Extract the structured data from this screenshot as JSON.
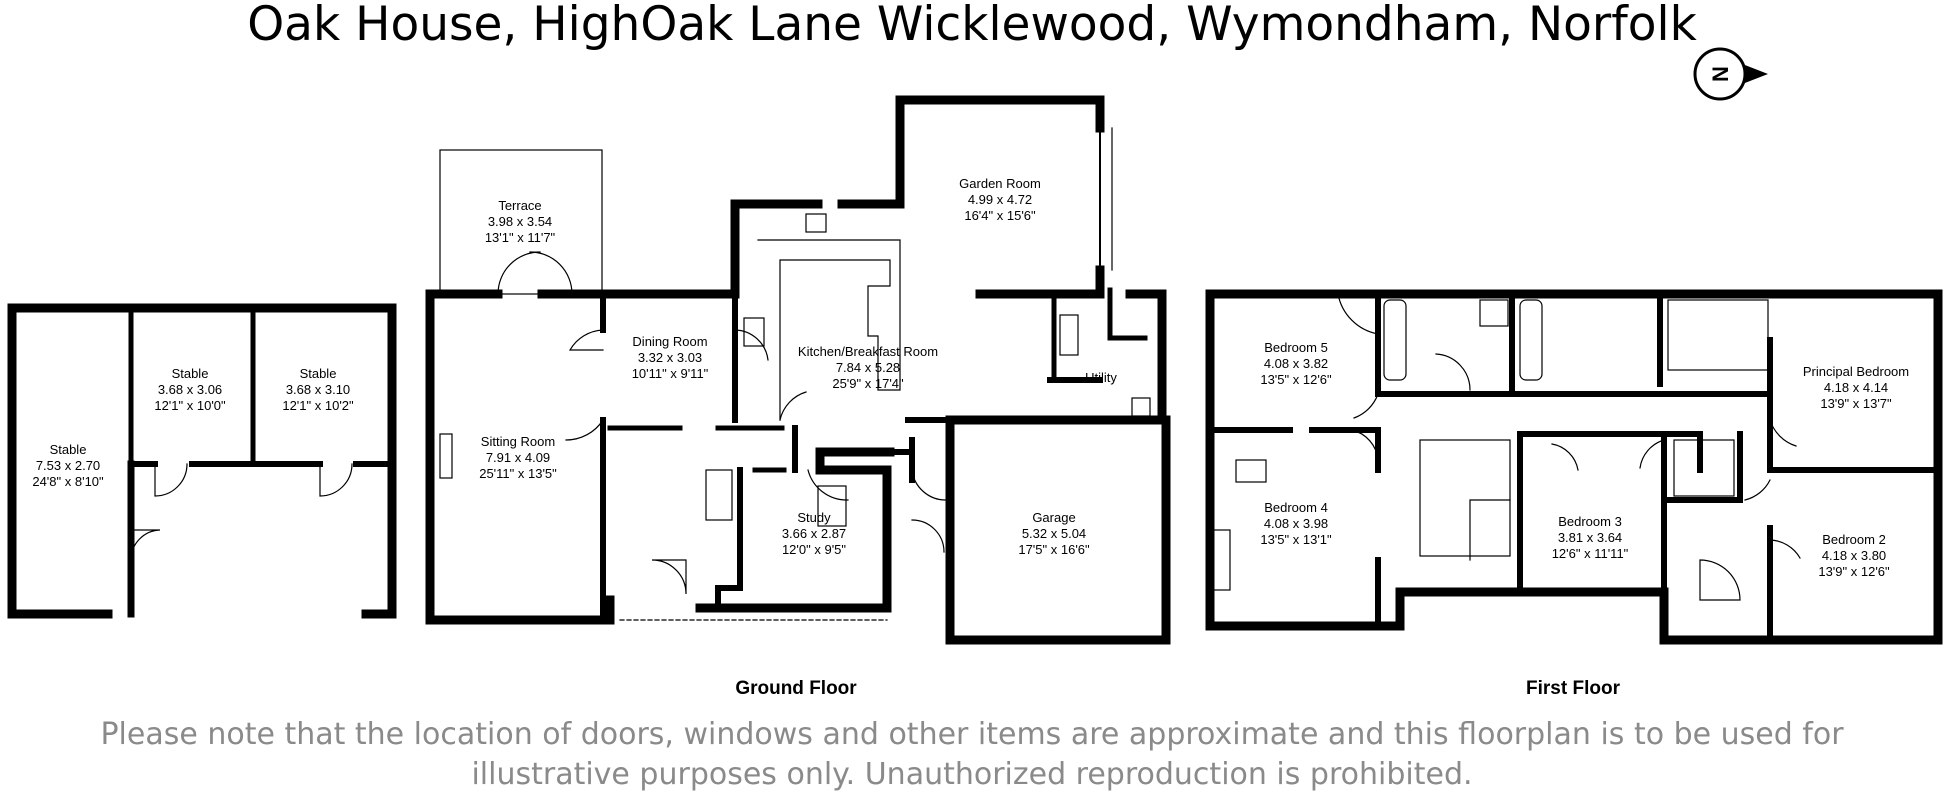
{
  "title": "Oak House, HighOak Lane Wicklewood, Wymondham, Norfolk",
  "compass": {
    "letter": "N",
    "icon": "north-arrow-icon"
  },
  "floors": {
    "ground": "Ground Floor",
    "first": "First Floor"
  },
  "rooms": {
    "stable_large": {
      "name": "Stable",
      "metric": "7.53 x 2.70",
      "imperial": "24'8\" x 8'10\""
    },
    "stable_2": {
      "name": "Stable",
      "metric": "3.68 x 3.06",
      "imperial": "12'1\" x 10'0\""
    },
    "stable_3": {
      "name": "Stable",
      "metric": "3.68 x 3.10",
      "imperial": "12'1\" x 10'2\""
    },
    "terrace": {
      "name": "Terrace",
      "metric": "3.98 x 3.54",
      "imperial": "13'1\" x 11'7\""
    },
    "sitting_room": {
      "name": "Sitting Room",
      "metric": "7.91 x 4.09",
      "imperial": "25'11\" x 13'5\""
    },
    "dining_room": {
      "name": "Dining Room",
      "metric": "3.32 x 3.03",
      "imperial": "10'11\" x 9'11\""
    },
    "garden_room": {
      "name": "Garden Room",
      "metric": "4.99 x 4.72",
      "imperial": "16'4\" x 15'6\""
    },
    "kitchen": {
      "name": "Kitchen/Breakfast Room",
      "metric": "7.84 x 5.28",
      "imperial": "25'9\" x 17'4\""
    },
    "utility": {
      "name": "Utility"
    },
    "study": {
      "name": "Study",
      "metric": "3.66 x 2.87",
      "imperial": "12'0\" x 9'5\""
    },
    "garage": {
      "name": "Garage",
      "metric": "5.32 x 5.04",
      "imperial": "17'5\" x 16'6\""
    },
    "bedroom5": {
      "name": "Bedroom 5",
      "metric": "4.08 x 3.82",
      "imperial": "13'5\" x 12'6\""
    },
    "bedroom4": {
      "name": "Bedroom 4",
      "metric": "4.08 x 3.98",
      "imperial": "13'5\" x 13'1\""
    },
    "bedroom3": {
      "name": "Bedroom 3",
      "metric": "3.81 x 3.64",
      "imperial": "12'6\" x 11'11\""
    },
    "principal": {
      "name": "Principal Bedroom",
      "metric": "4.18 x 4.14",
      "imperial": "13'9\" x 13'7\""
    },
    "bedroom2": {
      "name": "Bedroom 2",
      "metric": "4.18 x 3.80",
      "imperial": "13'9\" x 12'6\""
    }
  },
  "note": "Please note that the location of doors, windows and other items are approximate and this floorplan is to be used for illustrative purposes only. Unauthorized reproduction is prohibited."
}
